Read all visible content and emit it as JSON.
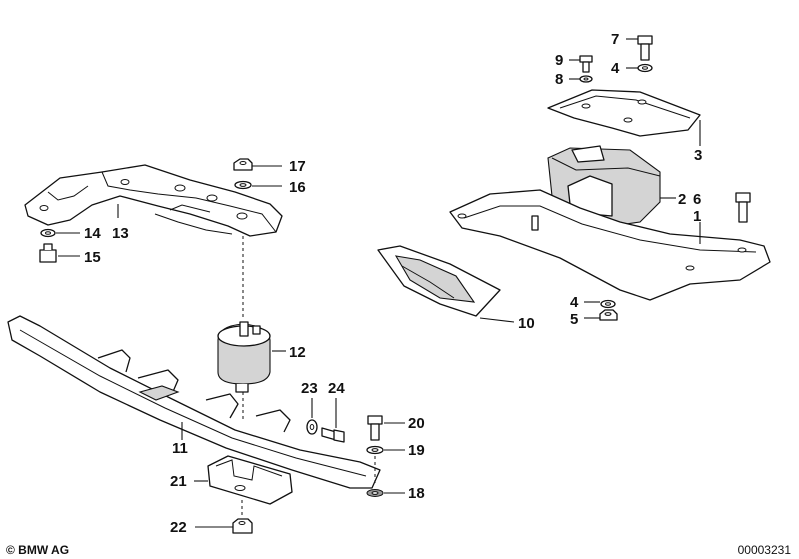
{
  "callouts": {
    "c1": "1",
    "c2": "2",
    "c3": "3",
    "c4a": "4",
    "c4b": "4",
    "c5": "5",
    "c6": "6",
    "c7": "7",
    "c8": "8",
    "c9": "9",
    "c10": "10",
    "c11": "11",
    "c12": "12",
    "c13": "13",
    "c14": "14",
    "c15": "15",
    "c16": "16",
    "c17": "17",
    "c18": "18",
    "c19": "19",
    "c20": "20",
    "c21": "21",
    "c22": "22",
    "c23": "23",
    "c24": "24"
  },
  "footer": {
    "brand": "© BMW AG",
    "doc_number": "00003231"
  }
}
